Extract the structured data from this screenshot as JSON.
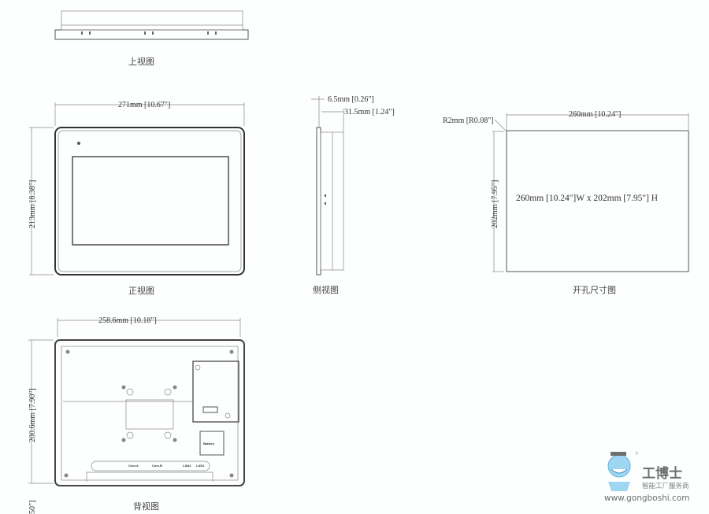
{
  "captions": {
    "top": "上视图",
    "front": "正视图",
    "side": "侧视图",
    "cutout": "开孔尺寸图",
    "back": "背视图"
  },
  "dimensions": {
    "front_width": "271mm [10.67\"]",
    "front_height": "213mm [8.38\"]",
    "side_bezel": "6.5mm [0.26\"]",
    "side_depth": "31.5mm [1.24\"]",
    "cutout_radius": "R2mm [R0.08\"]",
    "cutout_width": "260mm [10.24\"]",
    "cutout_height": "202mm [7.95\"]",
    "cutout_summary": "260mm [10.24\"]W x 202mm [7.95\"] H",
    "back_width": "258.6mm [10.18\"]",
    "back_height": "200.6mm [7.90\"]",
    "partial_left": "50\"]"
  },
  "back_ports": {
    "com_a": "Com.A",
    "com_b": "Com.B",
    "lan2": "LAN2",
    "lan1": "LAN1",
    "battery": "Battery"
  },
  "watermark": {
    "brand": "工博士",
    "tagline": "智能工厂服务商",
    "url": "www.gongboshi.com",
    "registered": "®"
  }
}
